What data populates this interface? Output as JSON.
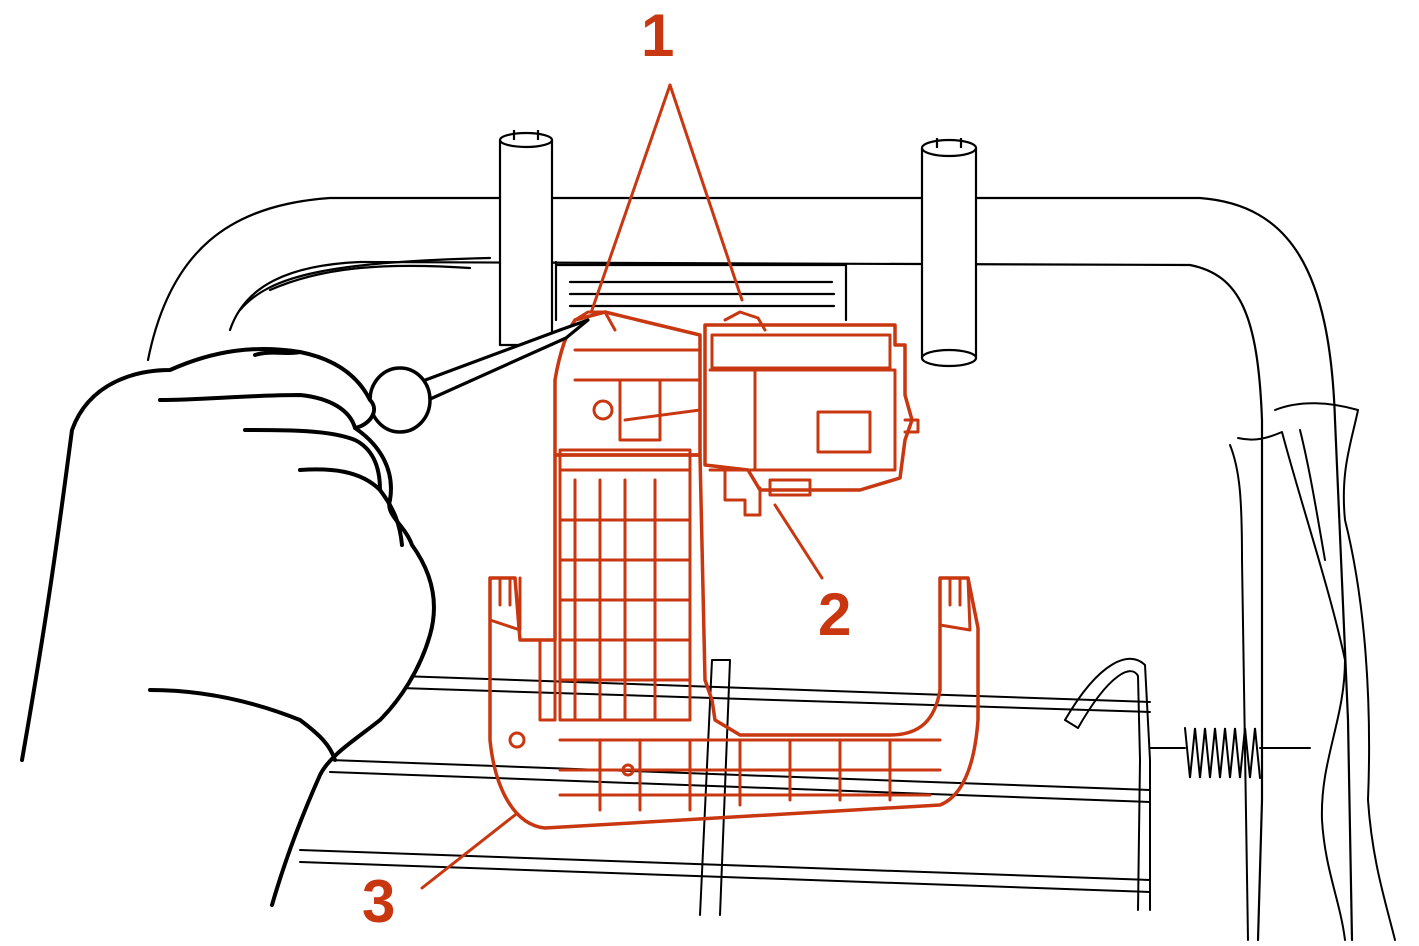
{
  "colors": {
    "highlight": "#c8370f",
    "line": "#000000",
    "background": "#ffffff"
  },
  "callouts": {
    "c1": "1",
    "c2": "2",
    "c3": "3"
  }
}
